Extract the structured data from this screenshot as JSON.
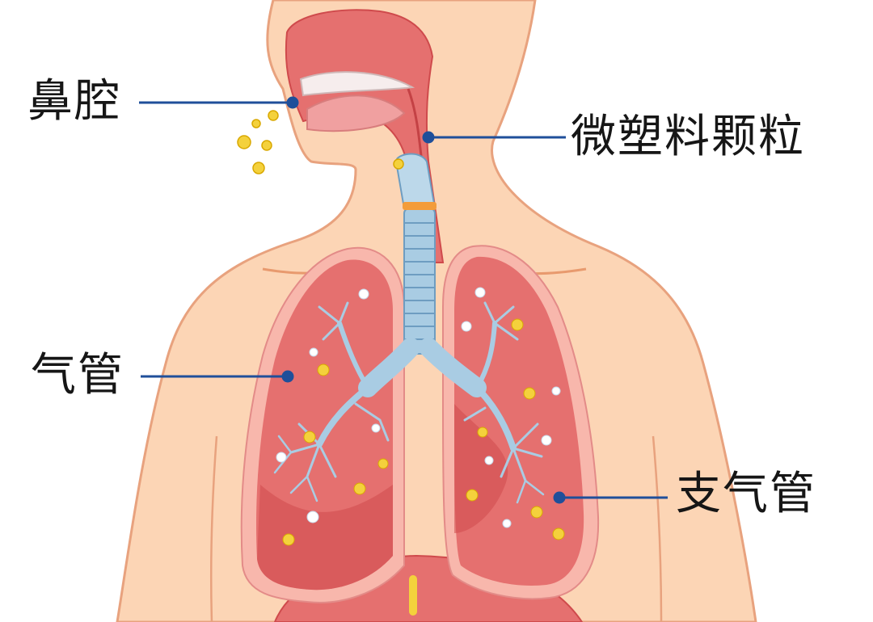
{
  "labels": {
    "nasal_cavity": "鼻腔",
    "microplastic_particles": "微塑料颗粒",
    "trachea": "气管",
    "bronchus": "支气管"
  },
  "colors": {
    "skin": "#fcd5b5",
    "skin_outline": "#e8a27e",
    "lung": "#e5706f",
    "lung_dark": "#cf4a4c",
    "lung_border": "#f8b7ac",
    "airway": "#a9cce3",
    "airway_outline": "#6e9dc1",
    "particle": "#f4d13c",
    "leader_line": "#1f4f9a",
    "text": "#161616"
  }
}
